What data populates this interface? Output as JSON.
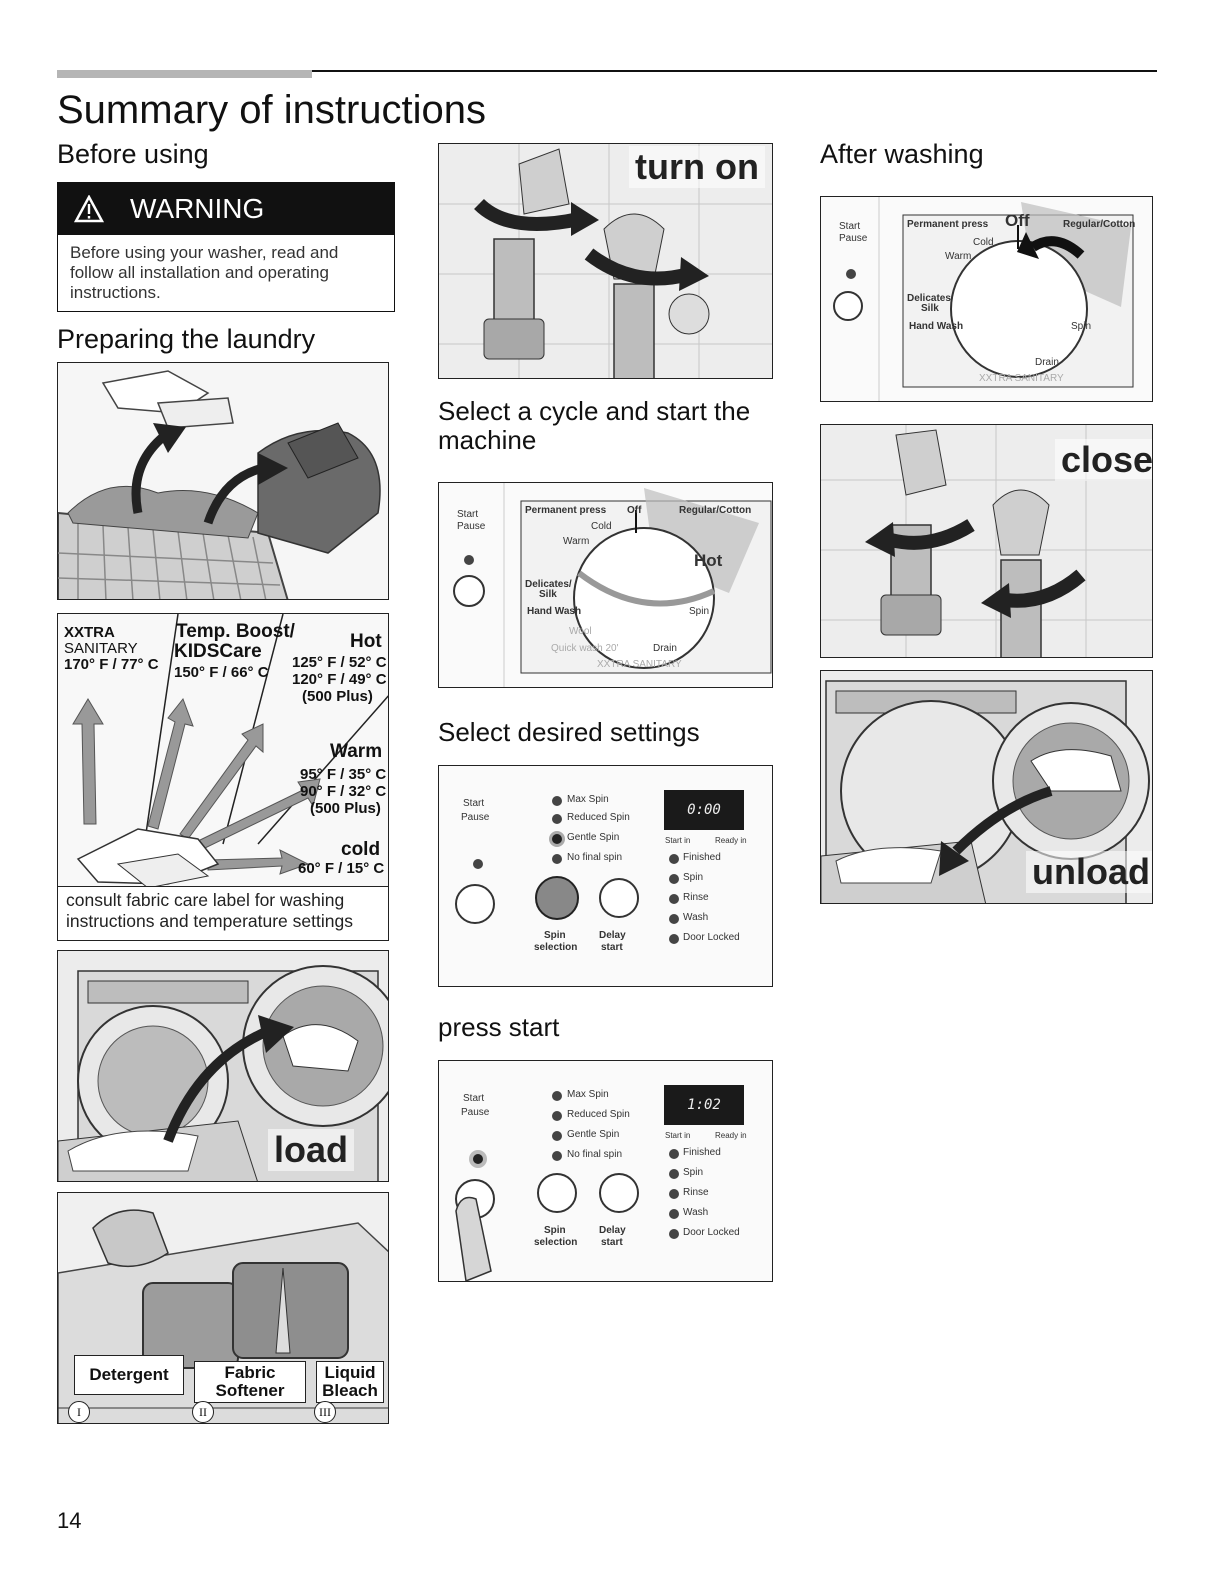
{
  "page": {
    "title": "Summary of instructions",
    "page_number": "14"
  },
  "before_using": {
    "heading": "Before using",
    "warning_title": "WARNING",
    "warning_text": "Before using your washer, read and follow all installation and operating instructions."
  },
  "preparing": {
    "heading": "Preparing the laundry"
  },
  "temperatures": {
    "xxtra_1": "XXTRA",
    "xxtra_2": "SANITARY",
    "xxtra_3": "170° F / 77° C",
    "boost_1": "Temp. Boost/",
    "boost_2": "KIDSCare",
    "boost_3": "150° F / 66° C",
    "hot_label": "Hot",
    "hot_1": "125° F / 52° C",
    "hot_2": "120° F / 49° C",
    "hot_3": "(500 Plus)",
    "warm_label": "Warm",
    "warm_1": "95° F / 35° C",
    "warm_2": "90° F / 32° C",
    "warm_3": "(500 Plus)",
    "cold_label": "cold",
    "cold_1": "60° F / 15° C",
    "caption": "consult fabric care label for washing instructions and temperature settings"
  },
  "load_image": {
    "word": "load"
  },
  "dispenser": {
    "detergent": "Detergent",
    "fabric_softener": "Fabric Softener",
    "liquid_bleach": "Liquid Bleach",
    "roman_1": "I",
    "roman_2": "II",
    "roman_3": "III"
  },
  "turn_on_image": {
    "word": "turn on"
  },
  "select_cycle": {
    "heading": "Select a cycle and start the machine",
    "start": "Start",
    "pause": "Pause",
    "permanent_press": "Permanent press",
    "off": "Off",
    "regular_cotton": "Regular/Cotton",
    "cold": "Cold",
    "warm": "Warm",
    "hot": "Hot",
    "delicates": "Delicates/",
    "silk": "Silk",
    "hand_wash": "Hand Wash",
    "spin": "Spin",
    "drain": "Drain",
    "wool": "Wool",
    "quick_wash": "Quick wash 20'",
    "xxtra_sanitary": "XXTRA SANITARY"
  },
  "select_settings": {
    "heading": "Select desired settings",
    "start": "Start",
    "pause": "Pause",
    "max_spin": "Max Spin",
    "reduced_spin": "Reduced Spin",
    "gentle_spin": "Gentle Spin",
    "no_final_spin": "No final spin",
    "display": "0:00",
    "start_in": "Start in",
    "ready_in": "Ready in",
    "finished": "Finished",
    "spin": "Spin",
    "rinse": "Rinse",
    "wash": "Wash",
    "door_locked": "Door Locked",
    "spin_selection_1": "Spin",
    "spin_selection_2": "selection",
    "delay_start_1": "Delay",
    "delay_start_2": "start"
  },
  "press_start": {
    "heading": "press start",
    "display": "1:02"
  },
  "after_washing": {
    "heading": "After washing",
    "off": "Off",
    "close_word": "close",
    "unload_word": "unload"
  }
}
